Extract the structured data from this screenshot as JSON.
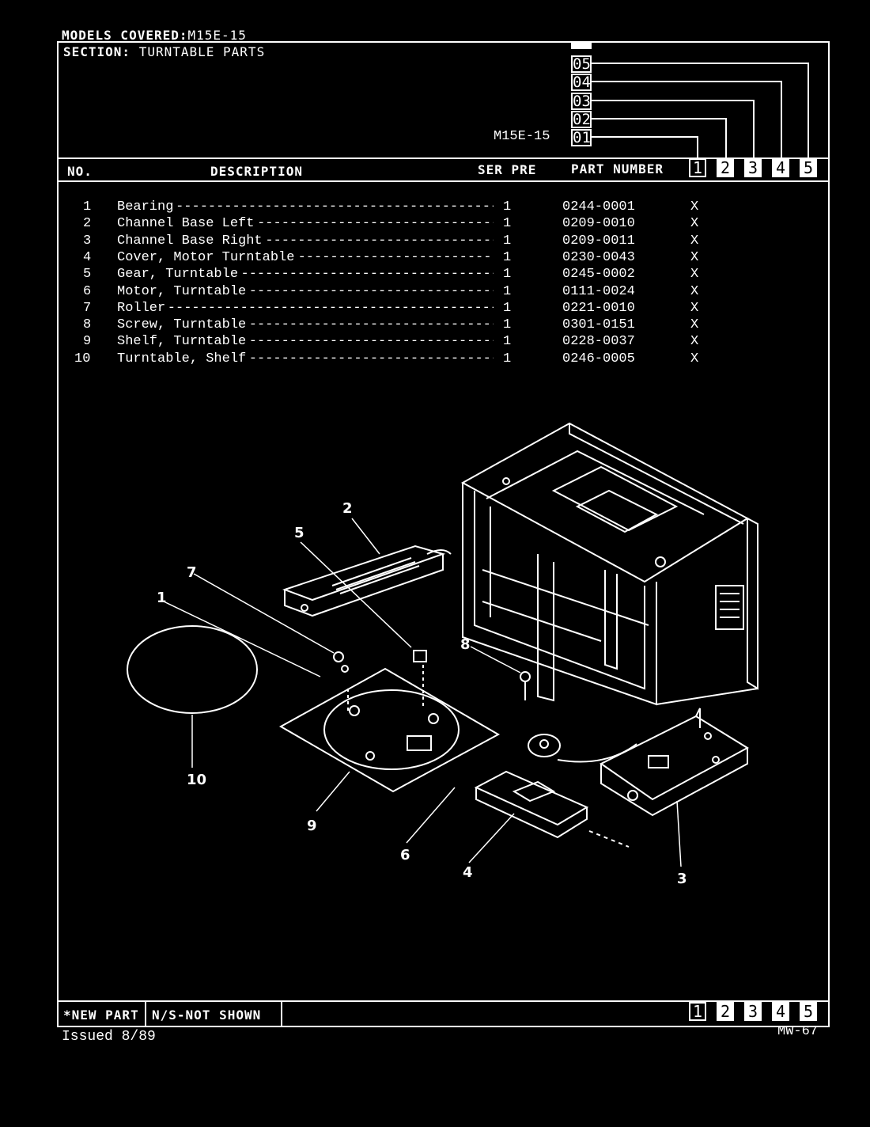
{
  "header": {
    "models_label": "MODELS COVERED:",
    "models_value": "M15E-15",
    "section_label": "SECTION:",
    "section_value": "TURNTABLE PARTS",
    "model_code": "M15E-15",
    "levels": [
      "05",
      "04",
      "03",
      "02",
      "01"
    ]
  },
  "columns": {
    "no": "NO.",
    "description": "DESCRIPTION",
    "ser_pre": "SER PRE",
    "part_number": "PART NUMBER",
    "model_boxes": [
      "1",
      "2",
      "3",
      "4",
      "5"
    ]
  },
  "parts": [
    {
      "no": "1",
      "description": "Bearing",
      "qty": "1",
      "part_number": "0244-0001",
      "mark": "X"
    },
    {
      "no": "2",
      "description": "Channel Base Left",
      "qty": "1",
      "part_number": "0209-0010",
      "mark": "X"
    },
    {
      "no": "3",
      "description": "Channel Base Right",
      "qty": "1",
      "part_number": "0209-0011",
      "mark": "X"
    },
    {
      "no": "4",
      "description": "Cover, Motor Turntable",
      "qty": "1",
      "part_number": "0230-0043",
      "mark": "X"
    },
    {
      "no": "5",
      "description": "Gear, Turntable",
      "qty": "1",
      "part_number": "0245-0002",
      "mark": "X"
    },
    {
      "no": "6",
      "description": "Motor, Turntable",
      "qty": "1",
      "part_number": "0111-0024",
      "mark": "X"
    },
    {
      "no": "7",
      "description": "Roller",
      "qty": "1",
      "part_number": "0221-0010",
      "mark": "X"
    },
    {
      "no": "8",
      "description": "Screw, Turntable",
      "qty": "1",
      "part_number": "0301-0151",
      "mark": "X"
    },
    {
      "no": "9",
      "description": "Shelf, Turntable",
      "qty": "1",
      "part_number": "0228-0037",
      "mark": "X"
    },
    {
      "no": "10",
      "description": "Turntable, Shelf",
      "qty": "1",
      "part_number": "0246-0005",
      "mark": "X"
    }
  ],
  "diagram": {
    "callouts": [
      "1",
      "2",
      "3",
      "4",
      "5",
      "6",
      "7",
      "8",
      "9",
      "10"
    ]
  },
  "footer": {
    "new_part": "*NEW PART",
    "ns_not_shown": "N/S-NOT SHOWN",
    "model_boxes": [
      "1",
      "2",
      "3",
      "4",
      "5"
    ],
    "issued": "Issued 8/89",
    "page_code": "MW-67"
  }
}
